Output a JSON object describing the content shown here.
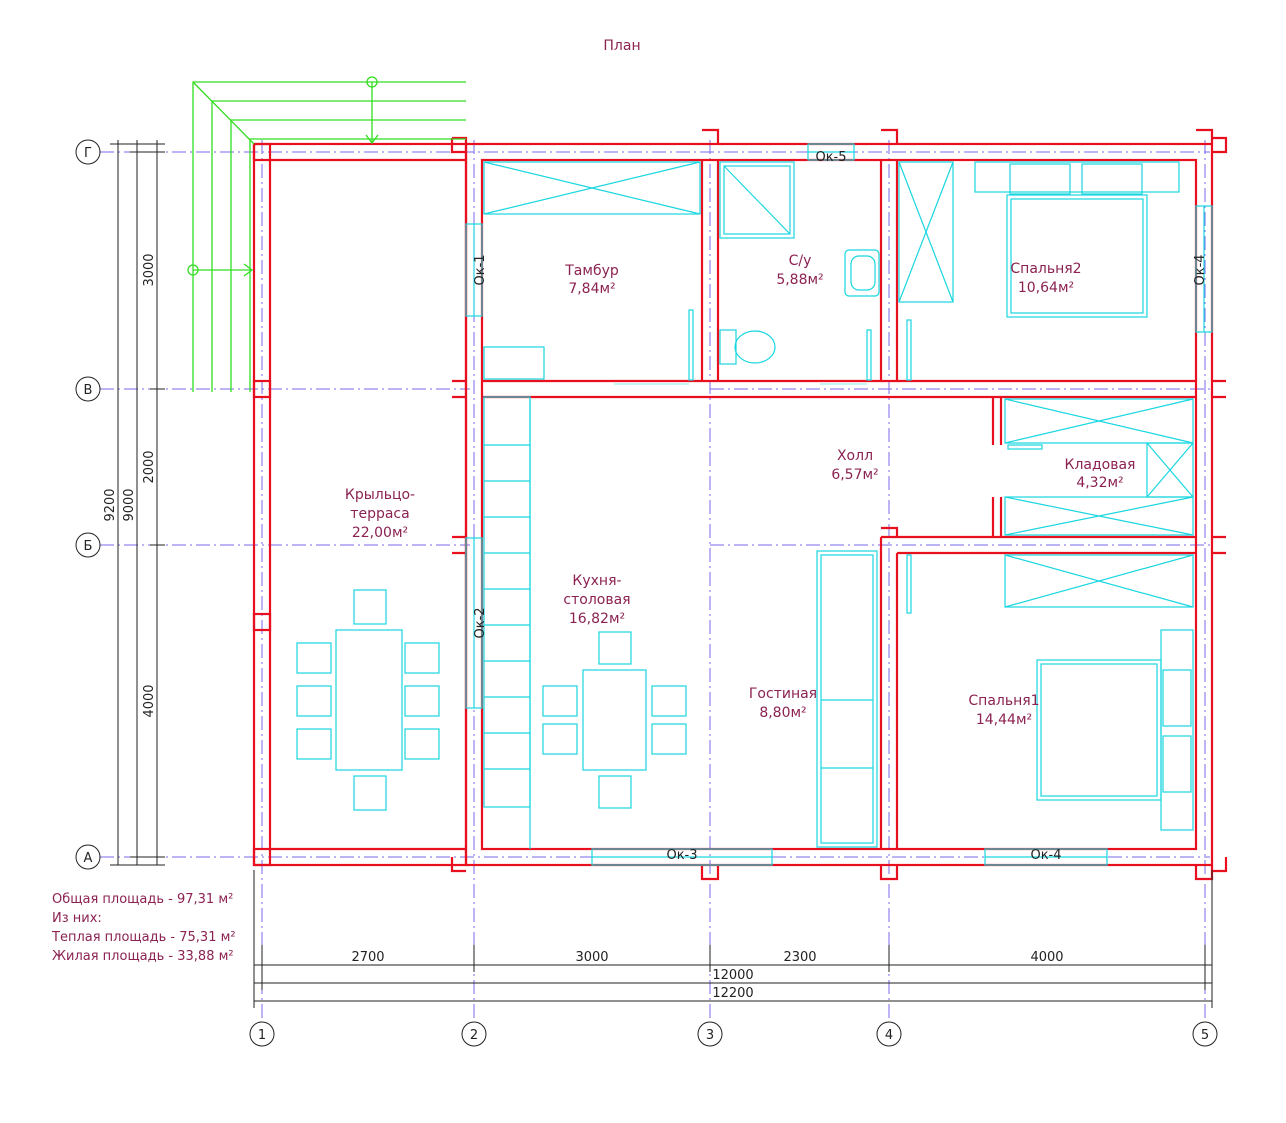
{
  "title": "План",
  "rooms": [
    {
      "name": "Тамбур",
      "area": "7,84м²"
    },
    {
      "name": "С/у",
      "area": "5,88м²"
    },
    {
      "name": "Спальня2",
      "area": "10,64м²"
    },
    {
      "name": "Холл",
      "area": "6,57м²"
    },
    {
      "name": "Кладовая",
      "area": "4,32м²"
    },
    {
      "name": "Крыльцо-",
      "name2": "терраса",
      "area": "22,00м²"
    },
    {
      "name": "Кухня-",
      "name2": "столовая",
      "area": "16,82м²"
    },
    {
      "name": "Гостиная",
      "area": "8,80м²"
    },
    {
      "name": "Спальня1",
      "area": "14,44м²"
    }
  ],
  "windows": [
    "Ок-1",
    "Ок-2",
    "Ок-3",
    "Ок-4",
    "Ок-4",
    "Ок-5"
  ],
  "axes_rows": [
    "Г",
    "В",
    "Б",
    "А"
  ],
  "axes_cols": [
    "1",
    "2",
    "3",
    "4",
    "5"
  ],
  "dims_vertical": [
    "3000",
    "2000",
    "4000",
    "9000",
    "9200"
  ],
  "dims_horizontal": [
    "2700",
    "3000",
    "2300",
    "4000",
    "12000",
    "12200"
  ],
  "summary": [
    "Общая площадь - 97,31 м²",
    "Из них:",
    "Теплая площадь - 75,31 м²",
    "Жилая площадь - 33,88 м²"
  ],
  "colors": {
    "walls": "#e8101f",
    "furniture": "#19d6e0",
    "stairs": "#33dd22",
    "axes": "#7b68ee",
    "text": "#8b2252"
  }
}
